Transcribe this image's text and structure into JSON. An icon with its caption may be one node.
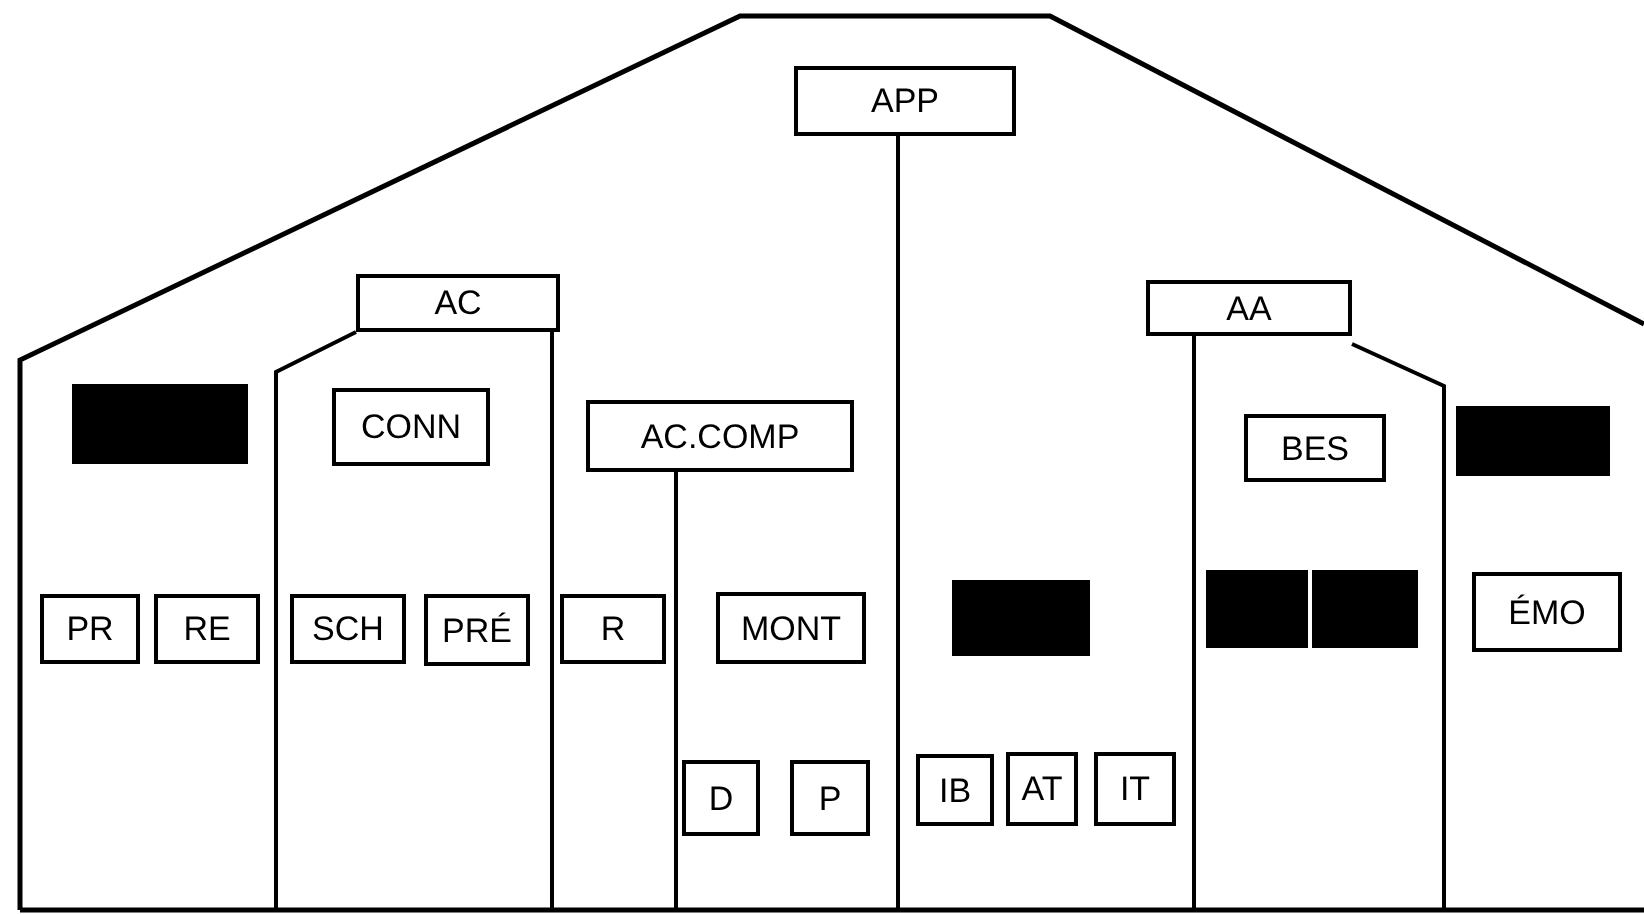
{
  "diagram": {
    "nodes": [
      {
        "text": [
          "APP"
        ]
      },
      {
        "text": [
          "AC"
        ]
      },
      {
        "text": [
          "AA"
        ]
      },
      {
        "text": [],
        "shape": "box"
      },
      {
        "text": [
          "CONN"
        ]
      },
      {
        "text": [
          "AC.COMP"
        ]
      },
      {
        "text": [
          "BES"
        ]
      },
      {
        "text": [],
        "shape": "box"
      },
      {
        "text": [
          "PR"
        ]
      },
      {
        "text": [
          "RE"
        ]
      },
      {
        "text": [
          "SCH"
        ]
      },
      {
        "text": [
          "PRÉ"
        ]
      },
      {
        "text": [
          "R"
        ]
      },
      {
        "text": [
          "MONT"
        ]
      },
      {
        "text": [],
        "shape": "box"
      },
      {
        "text": [],
        "shape": "box"
      },
      {
        "text": [],
        "shape": "box"
      },
      {
        "text": [
          "ÉMO"
        ]
      },
      {
        "text": [
          "D"
        ]
      },
      {
        "text": [
          "P"
        ]
      },
      {
        "text": [
          "IB"
        ]
      },
      {
        "text": [
          "AT"
        ]
      },
      {
        "text": [
          "IT"
        ]
      }
    ]
  }
}
